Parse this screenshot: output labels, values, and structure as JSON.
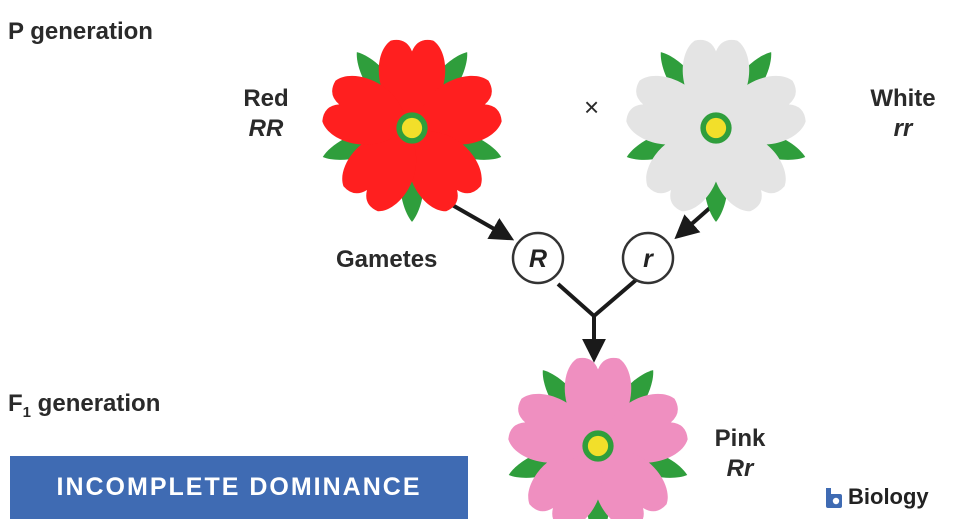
{
  "labels": {
    "p_generation": "P generation",
    "f1_generation_prefix": "F",
    "f1_generation_sub": "1",
    "f1_generation_suffix": " generation",
    "gametes": "Gametes",
    "cross_symbol": "×"
  },
  "parents": [
    {
      "name": "Red",
      "genotype": "RR",
      "color": "#ff1f1f"
    },
    {
      "name": "White",
      "genotype": "rr",
      "color": "#e4e4e4"
    }
  ],
  "gametes": [
    {
      "allele": "R"
    },
    {
      "allele": "r"
    }
  ],
  "offspring": {
    "name": "Pink",
    "genotype": "Rr",
    "color": "#ef8fc0"
  },
  "colors": {
    "leaf": "#2f9e3c",
    "flower_center": "#f2df2a",
    "flower_center_ring": "#2f9e3c",
    "banner": "#3f6bb3",
    "arrow": "#1a1a1a"
  },
  "banner": {
    "text": "INCOMPLETE DOMINANCE"
  },
  "logo": {
    "text": "Biology",
    "icon": "biology-logo-icon"
  }
}
